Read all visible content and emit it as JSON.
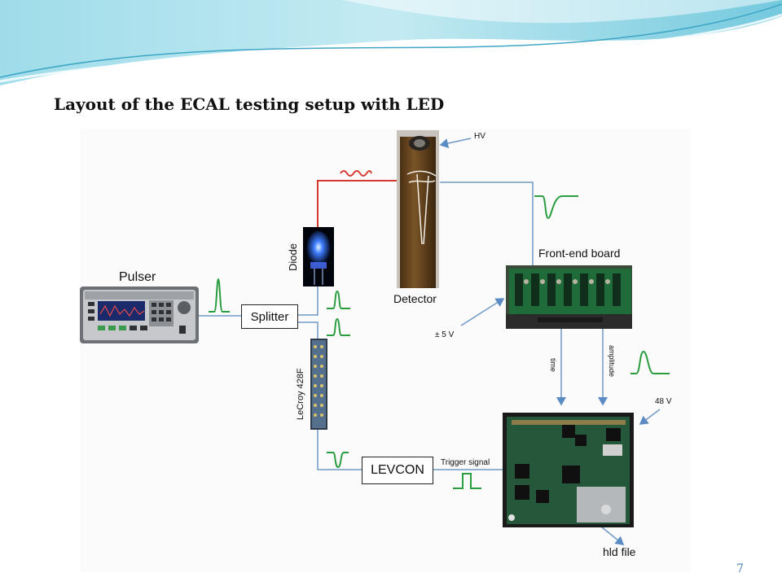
{
  "slide": {
    "title": "Layout of the ECAL testing setup with LED",
    "page_number": "7"
  },
  "diagram": {
    "pulser_label": "Pulser",
    "splitter_label": "Splitter",
    "diode_label": "Diode",
    "detector_label": "Detector",
    "hv_label": "HV",
    "frontend_label": "Front-end board",
    "pm5v_label": "± 5 V",
    "time_label": "time",
    "amplitude_label": "amplitude",
    "v48_label": "48 V",
    "lecroy_label": "LeCroy 428F",
    "levcon_label": "LEVCON",
    "trigger_label": "Trigger signal",
    "hld_label": "hld file"
  },
  "colors": {
    "signal_green": "#2a9d3f",
    "wire_blue": "#6f9ac7",
    "led_red": "#d63a2f",
    "arrow_blue": "#5a8bc4",
    "header_wave": "#7ecfe0"
  }
}
